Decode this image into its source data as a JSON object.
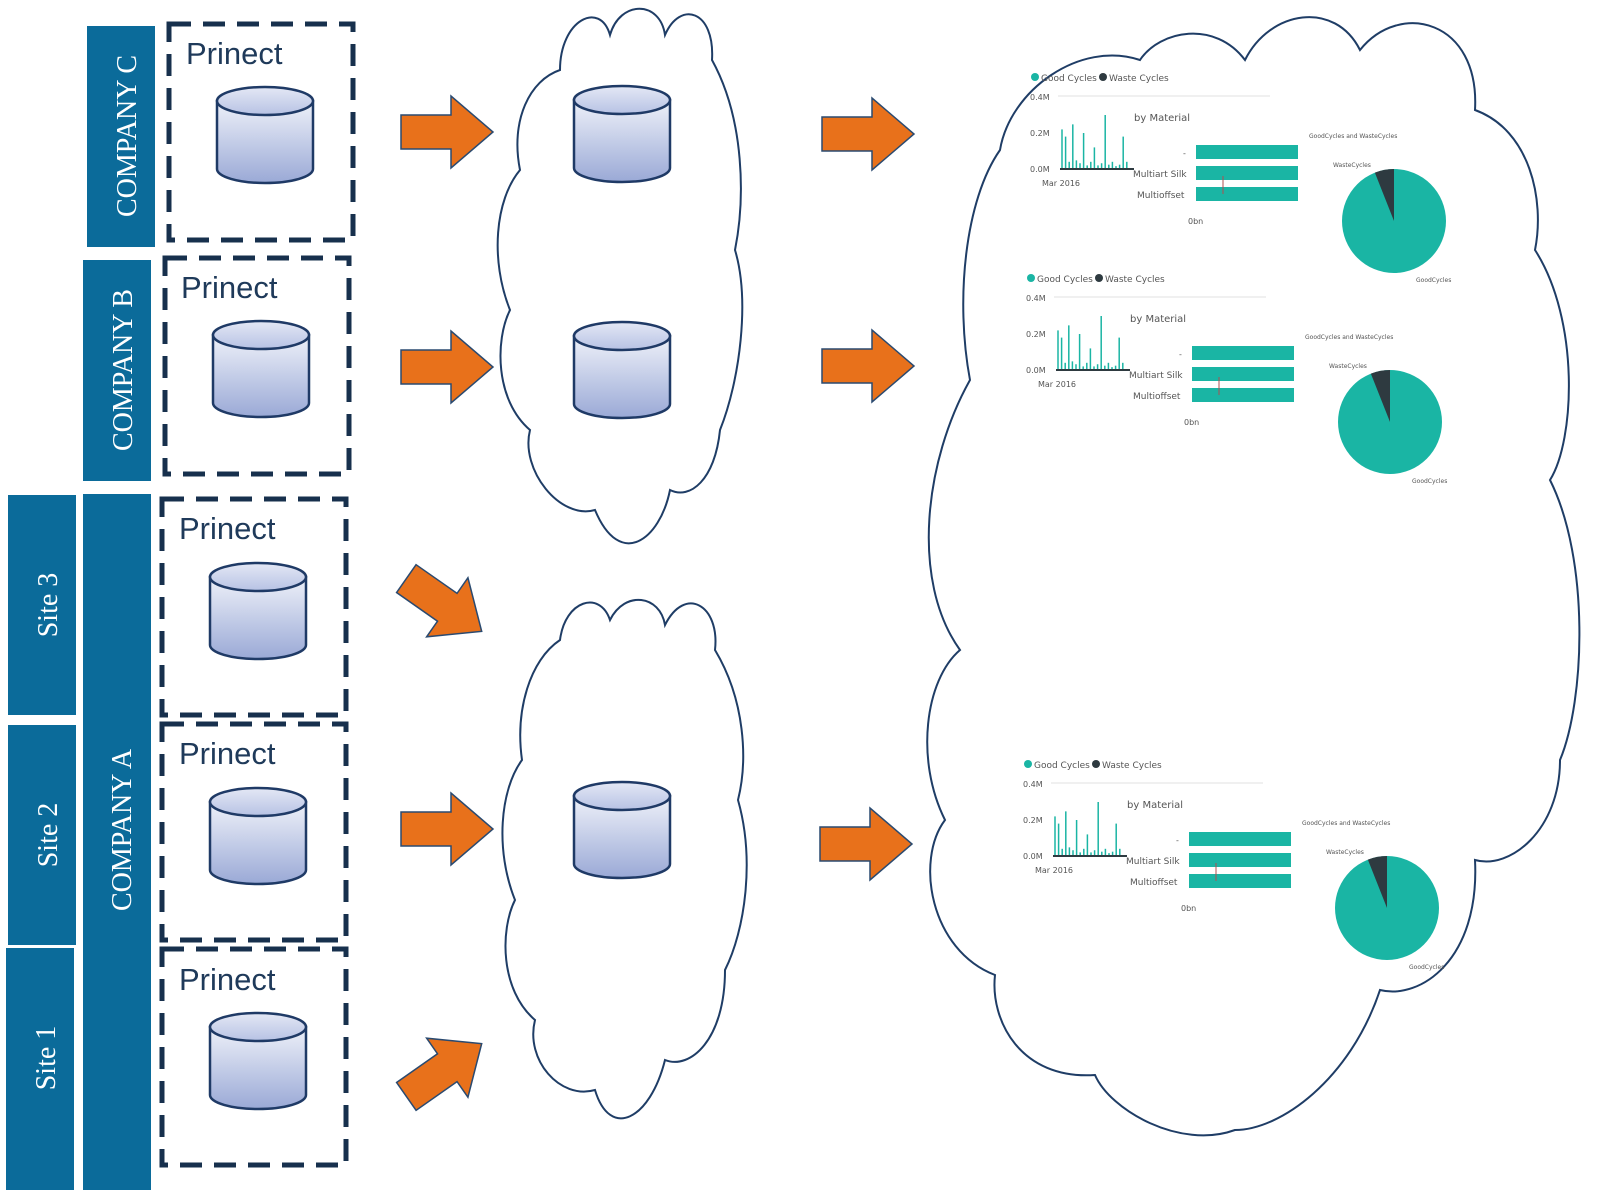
{
  "colors": {
    "band": "#0b6b9a",
    "arrow": "#e8711b",
    "teal": "#1ab5a4",
    "dark": "#2e3a40"
  },
  "labels": {
    "company_c": "COMPANY C",
    "company_b": "COMPANY B",
    "company_a": "COMPANY A",
    "site_3": "Site 3",
    "site_2": "Site 2",
    "site_1": "Site 1",
    "prinect": "Prinect"
  },
  "dashboard": {
    "legend_good": "Good Cycles",
    "legend_waste": "Waste Cycles",
    "y_ticks": [
      "0.4M",
      "0.2M",
      "0.0M"
    ],
    "x_label": "Mar 2016",
    "bar_title": "by Material",
    "bar_dash": "-",
    "bar_categories": [
      "Multiart Silk",
      "Multioffset"
    ],
    "bar_axis": "0bn",
    "pie_title": "GoodCycles and WasteCycles",
    "pie_waste_label": "WasteCycles",
    "pie_good_label": "GoodCycles"
  },
  "chart_data": [
    {
      "type": "pie",
      "title": "GoodCycles and WasteCycles",
      "categories": [
        "GoodCycles",
        "WasteCycles"
      ],
      "values": [
        0.94,
        0.06
      ]
    }
  ]
}
